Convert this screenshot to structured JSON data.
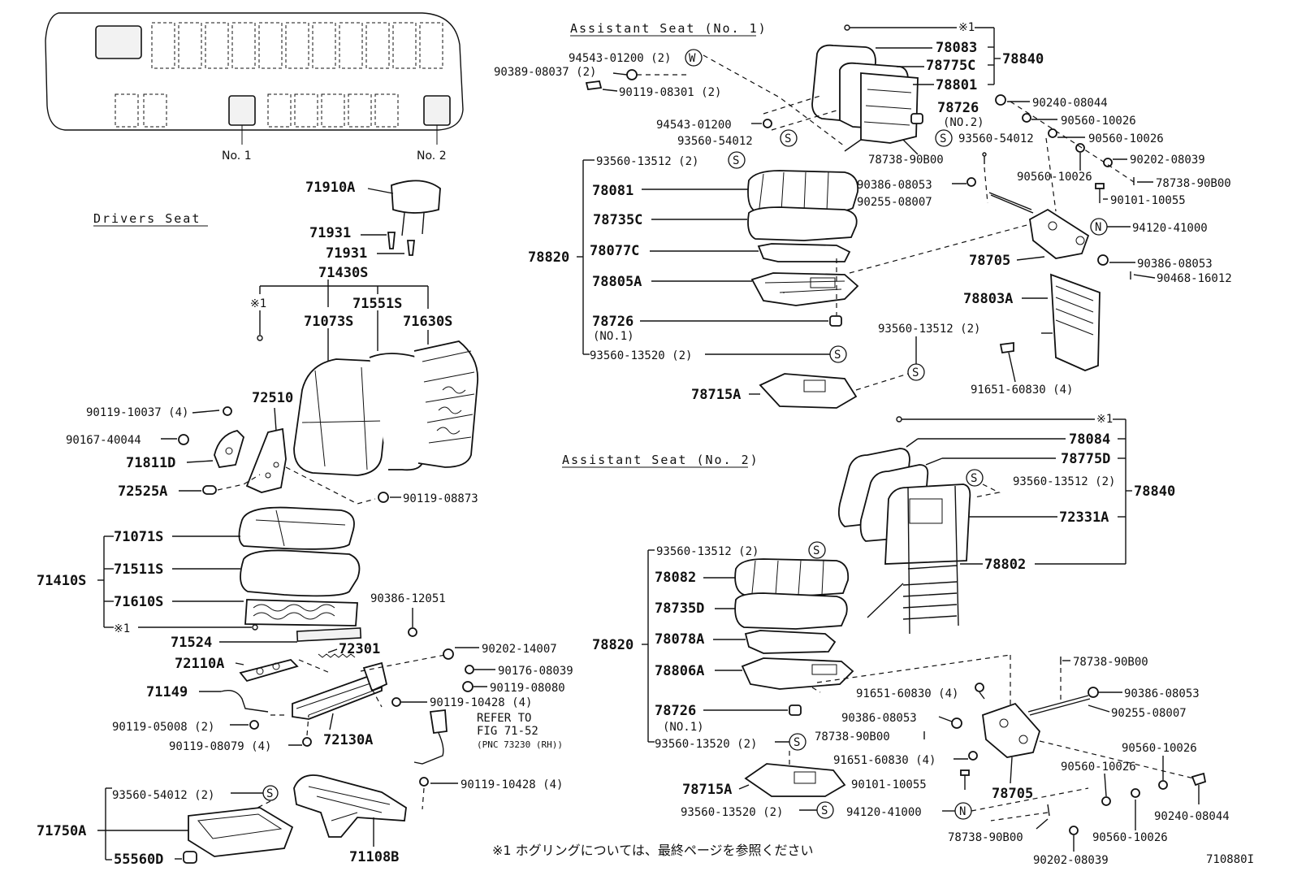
{
  "sections": {
    "drivers": "Drivers Seat",
    "assist1": "Assistant Seat (No. 1)",
    "assist2": "Assistant Seat (No. 2)"
  },
  "layout_labels": {
    "no1": "No. 1",
    "no2": "No. 2"
  },
  "symbols": {
    "s": "S",
    "w": "W",
    "n": "N",
    "ref": "※1"
  },
  "drivers": {
    "p71910A": "71910A",
    "p71931a": "71931",
    "p71931b": "71931",
    "p71430S": "71430S",
    "ref1": "※1",
    "p71073S": "71073S",
    "p71551S": "71551S",
    "p71630S": "71630S",
    "p72510": "72510",
    "p90119_10037": "90119-10037 (4)",
    "p90167_40044": "90167-40044",
    "p71811D": "71811D",
    "p72525A": "72525A",
    "p90119_08873": "90119-08873",
    "p71410S": "71410S",
    "p71071S": "71071S",
    "p71511S": "71511S",
    "p71610S": "71610S",
    "ref2": "※1",
    "p71524": "71524",
    "p72301": "72301",
    "p90386_12051": "90386-12051",
    "p72110A": "72110A",
    "p90202_14007": "90202-14007",
    "p90176_08039": "90176-08039",
    "p90119_08080": "90119-08080",
    "p71149": "71149",
    "p90119_10428a": "90119-10428 (4)",
    "refer1": "REFER TO",
    "refer2": "FIG 71-52",
    "refer3": "(PNC 73230 (RH))",
    "p90119_05008": "90119-05008 (2)",
    "p72130A": "72130A",
    "p90119_08079": "90119-08079 (4)",
    "p93560_54012": "93560-54012 (2)",
    "p90119_10428b": "90119-10428 (4)",
    "p71750A": "71750A",
    "p55560D": "55560D",
    "p71108B": "71108B"
  },
  "assist1": {
    "ref": "※1",
    "p78083": "78083",
    "p78775C": "78775C",
    "p78801": "78801",
    "p78840": "78840",
    "p94543_01200_2": "94543-01200 (2)",
    "p90389_08037": "90389-08037 (2)",
    "p90119_08301": "90119-08301 (2)",
    "p78726no2": "78726",
    "no2": "(NO.2)",
    "p90240_08044": "90240-08044",
    "p90560_10026a": "90560-10026",
    "p90560_10026b": "90560-10026",
    "p94543_01200": "94543-01200",
    "p93560_54012a": "93560-54012",
    "p93560_54012b": "93560-54012",
    "p78738_90B00a": "78738-90B00",
    "p90202_08039": "90202-08039",
    "p93560_13512a": "93560-13512 (2)",
    "p90386_08053a": "90386-08053",
    "p90560_10026c": "90560-10026",
    "p78738_90B00b": "78738-90B00",
    "p78081": "78081",
    "p90255_08007": "90255-08007",
    "p90101_10055": "90101-10055",
    "p78735C": "78735C",
    "p94120_41000": "94120-41000",
    "p78820": "78820",
    "p78077C": "78077C",
    "p78705": "78705",
    "p90386_08053b": "90386-08053",
    "p78805A": "78805A",
    "p90468_16012": "90468-16012",
    "p78803A": "78803A",
    "p78726": "78726",
    "no1": "(NO.1)",
    "p93560_13512b": "93560-13512 (2)",
    "p93560_13520": "93560-13520 (2)",
    "p91651_60830": "91651-60830 (4)",
    "p78715A": "78715A"
  },
  "assist2": {
    "ref": "※1",
    "p78084": "78084",
    "p78775D": "78775D",
    "p93560_13512a": "93560-13512 (2)",
    "p78840": "78840",
    "p72331A": "72331A",
    "p93560_13512b": "93560-13512 (2)",
    "p78802": "78802",
    "p78082": "78082",
    "p78735D": "78735D",
    "p78078A": "78078A",
    "p78820": "78820",
    "p78806A": "78806A",
    "p78738_90B00a": "78738-90B00",
    "p91651_60830a": "91651-60830 (4)",
    "p90386_08053a": "90386-08053",
    "p78726": "78726",
    "p90386_08053b": "90386-08053",
    "p90255_08007": "90255-08007",
    "no1": "(NO.1)",
    "p78738_90B00b": "78738-90B00",
    "p93560_13520a": "93560-13520 (2)",
    "p90560_10026a": "90560-10026",
    "p91651_60830b": "91651-60830 (4)",
    "p90560_10026b": "90560-10026",
    "p78715A": "78715A",
    "p90101_10055": "90101-10055",
    "p78705": "78705",
    "p90240_08044": "90240-08044",
    "p93560_13520b": "93560-13520 (2)",
    "p94120_41000": "94120-41000",
    "p90560_10026c": "90560-10026",
    "p78738_90B00c": "78738-90B00",
    "p90202_08039": "90202-08039"
  },
  "footnote": "※1  ホグリングについては、最終ページを参照ください",
  "figure_id": "710880I"
}
